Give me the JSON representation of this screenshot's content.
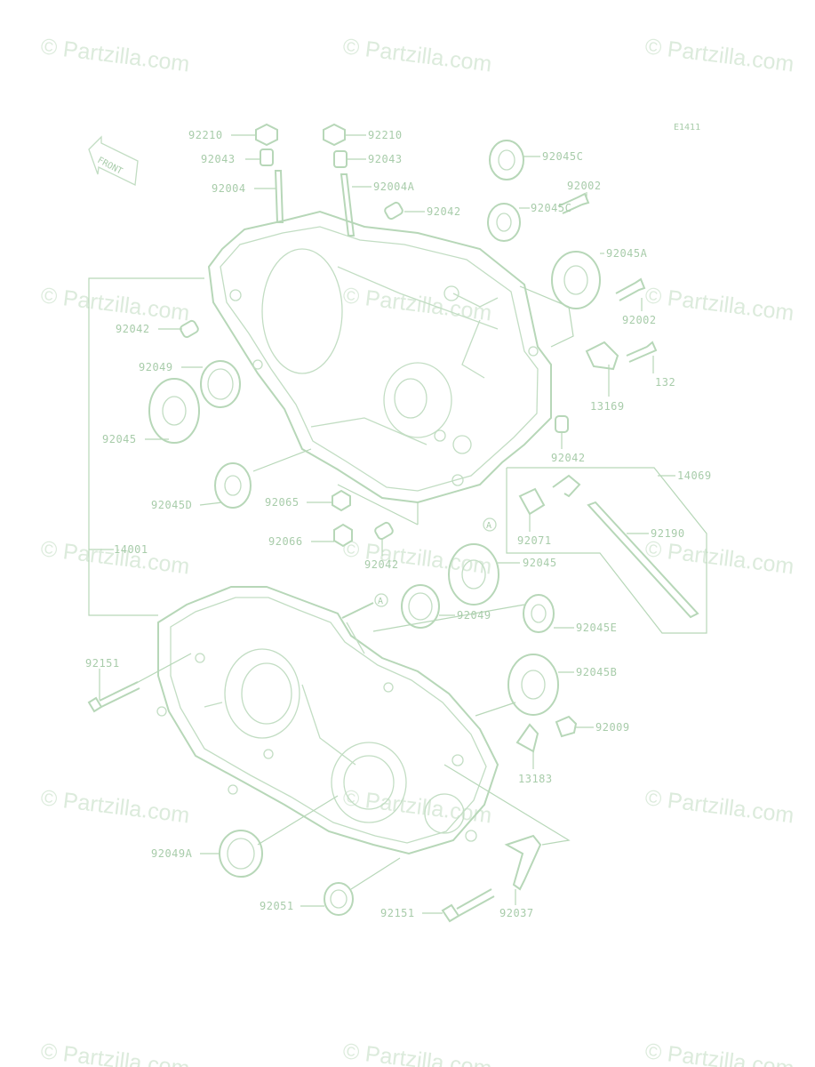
{
  "diagram": {
    "code": "E1411",
    "front_label": "FRONT",
    "circle_ref": "A",
    "watermark": "© Partzilla.com",
    "parts": [
      "92210",
      "92210",
      "92043",
      "92043",
      "92004",
      "92004A",
      "92045C",
      "92002",
      "92042",
      "92045C",
      "92045A",
      "92002",
      "92042",
      "92049",
      "92045",
      "132",
      "13169",
      "92042",
      "14069",
      "92045D",
      "92065",
      "92071",
      "92190",
      "92066",
      "14001",
      "92042",
      "92045",
      "92049",
      "92045E",
      "92151",
      "92045B",
      "92009",
      "13183",
      "92049A",
      "92051",
      "92151",
      "92037"
    ]
  },
  "colors": {
    "line": "#b7d7b8",
    "text": "#a8ccaa",
    "watermark": "#dcebdc"
  }
}
